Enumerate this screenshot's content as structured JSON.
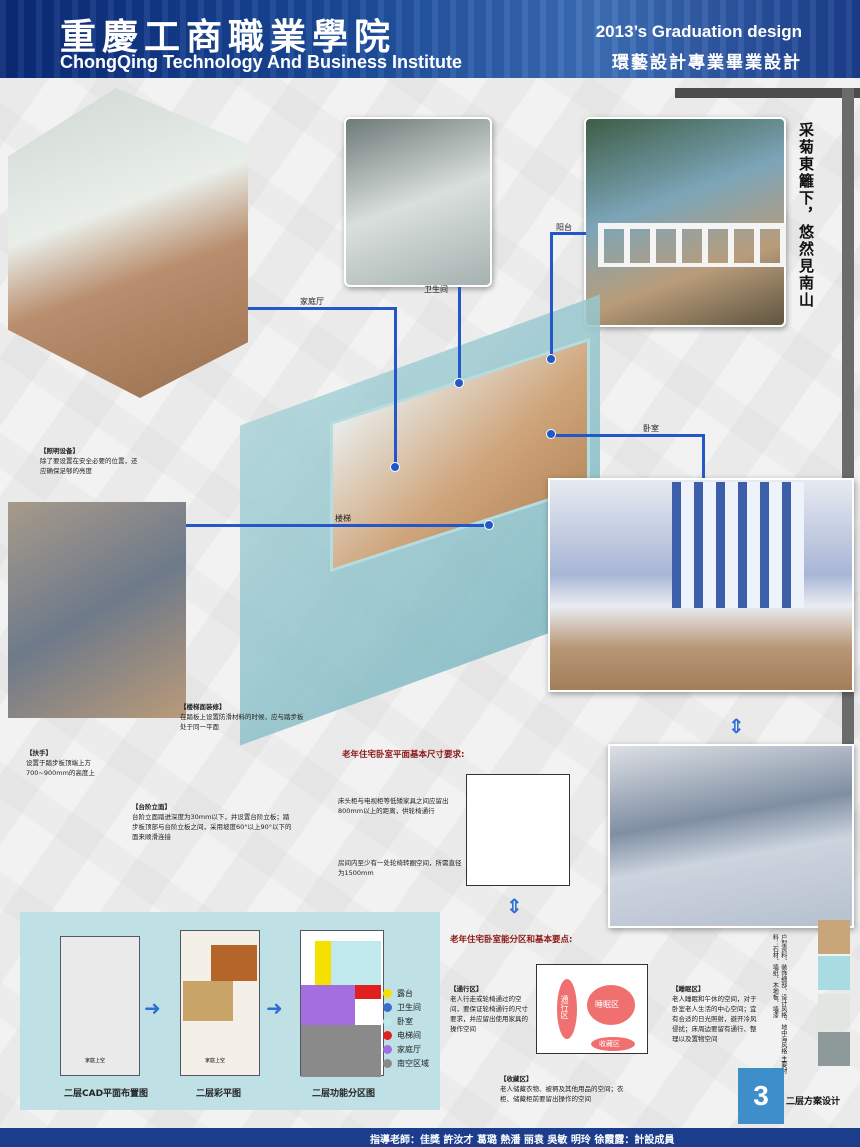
{
  "header": {
    "title_cn": "重慶工商職業學院",
    "title_en": "ChongQing Technology And Business Institute",
    "grad_en": "2013’s Graduation design",
    "grad_cn": "環藝設計專業畢業設計"
  },
  "labels": {
    "living": "家庭厅",
    "bathroom": "卫生间",
    "balcony": "阳台",
    "bedroom": "卧室",
    "stairs": "楼梯"
  },
  "poem": "采菊東籬下，悠然見南山",
  "callouts": {
    "lighting_title": "【照明设备】",
    "lighting_body": "除了要设置在安全必要的位置，还应确保足够的亮度",
    "stair_surface_title": "【楼梯面装修】",
    "stair_surface_body": "在踏板上设置防滑材料的时候，应与踏步板处于同一平面",
    "handrail_title": "【扶手】",
    "handrail_body": "设置于踏步板顶端上方700~900mm的高度上",
    "step_title": "【台阶立面】",
    "step_body": "台阶立面踏进深度为30mm以下，并设置台阶立板；踏步板顶部与台阶立板之间，采用坡度60°以上90°以下的面来顺滑连接"
  },
  "bedroom_req": {
    "title": "老年住宅卧室平面基本尺寸要求:",
    "note1": "床头柜与电视柜等低矮家具之间应留出800mm以上的距离，供轮椅通行",
    "note2": "房间内至少有一处轮椅转圈空间，所需直径为1500mm"
  },
  "zoning": {
    "title": "老年住宅卧室能分区和基本要点:",
    "passage_title": "【通行区】",
    "passage_body": "老人行走或轮椅通过的空间，要保证轮椅通行的尺寸要求，并应留出使用家具的操作空间",
    "sleep_title": "【睡眠区】",
    "sleep_body": "老人睡眠和午休的空间，对于卧室老人生活的中心空间；宜有合适的日光照射，避开冷风侵扰；床周边要留有通行、整理以及置物空间",
    "storage_title": "【收藏区】",
    "storage_body": "老人储藏衣物、被褥及其他用品的空间；衣柜、储藏柜前要留出操作的空间",
    "zone_passage": "通行区",
    "zone_sleep": "睡眠区",
    "zone_storage": "收藏区"
  },
  "materials": "户型资料、装饰细部、设计风格、地中海风格 主要材料：石材、墙纸、木地板、墙漆",
  "plans": {
    "cad": "二层CAD平面布置图",
    "color": "二层彩平图",
    "function": "二层功能分区图",
    "family_room": "家庭上空"
  },
  "legend": [
    {
      "label": "露台",
      "color": "#f5e100"
    },
    {
      "label": "卫生间",
      "color": "#3a6fd0"
    },
    {
      "label": "卧室",
      "color": "#bfe9ec"
    },
    {
      "label": "电梯间",
      "color": "#e02020"
    },
    {
      "label": "家庭厅",
      "color": "#a56ee0"
    },
    {
      "label": "南空区域",
      "color": "#8a8a8a"
    }
  ],
  "page_number": "3",
  "page_name": "二层方案设计",
  "footer": "指導老師：佳獎  許汝才  葛璐                                    熱潘  丽袁  吳敏  明玲  徐霞露：計設成員"
}
